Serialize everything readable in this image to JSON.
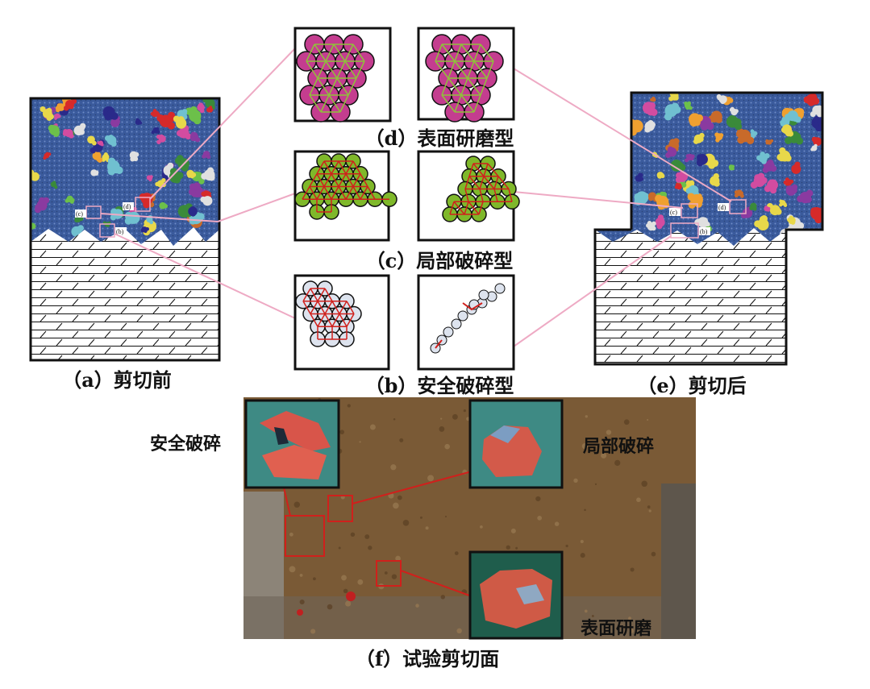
{
  "captions": {
    "a": "（a）剪切前",
    "b": "（b）安全破碎型",
    "c": "（c）局部破碎型",
    "d": "（d）表面研磨型",
    "e": "（e）剪切后",
    "f": "（f）试验剪切面"
  },
  "photo_labels": {
    "safe": "安全破碎",
    "local": "局部破碎",
    "surface": "表面研磨"
  },
  "region_tags": {
    "b": "(b)",
    "c": "(c)",
    "d": "(d)"
  },
  "colors": {
    "matrix_blue": "#3a5a9c",
    "grind_magenta": "#c43d8f",
    "local_green": "#7fb82a",
    "safe_grey": "#dde3ee",
    "bond_red": "#d0201c",
    "bond_green": "#8fc23a",
    "leader_pink": "#eeaac4",
    "photo_brown": "#7a5a36"
  }
}
